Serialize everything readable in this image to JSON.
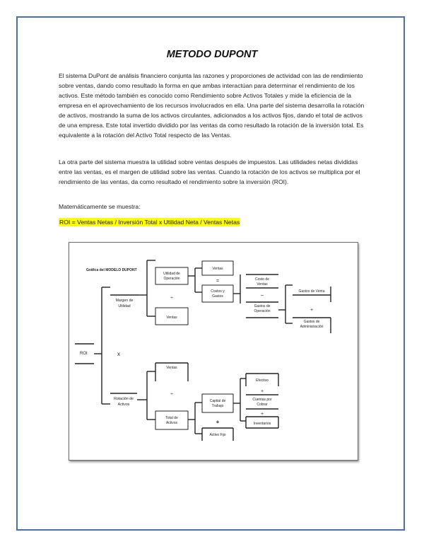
{
  "title": "METODO DUPONT",
  "paragraphs": [
    "El sistema DuPont de análisis financiero conjunta las razones y proporciones de actividad con las de rendimiento sobre ventas, dando como resultado la forma en que ambas interactúan para determinar el rendimiento de los activos. Este método también es conocido como Rendimiento sobre Activos Totales y mide la eficiencia de la empresa en el aprovechamiento de los recursos involucrados en ella. Una parte del sistema desarrolla la rotación de activos, mostrando la suma de los activos circulantes, adicionados a los activos fijos, dando el total de activos de una empresa. Este total invertido dividido por las ventas da como resultado la rotación de la inversión total. Es equivalente a la rotación del Activo Total respecto de las Ventas.",
    "La otra parte del sistema muestra la utilidad sobre ventas después de impuestos. Las utilidades netas divididas entre las ventas, es el margen de utilidad sobre las ventas. Cuando la rotación de los activos se multiplica por el rendimiento de las ventas, da como resultado el rendimiento sobre la inversión (ROI).",
    "Matemáticamente se muestra:"
  ],
  "formula": "ROI = Ventas Netas / Inversión Total  x  Utilidad Neta / Ventas Netas",
  "diagram": {
    "caption": "Gráfica del MODELO DUPONT",
    "roi": "ROI",
    "times": "x",
    "margen": "Margen de Utilidad",
    "rotacion": "Rotación de Activos",
    "utilidad_operacion": "Utilidad de Operación",
    "ventas_1": "Ventas",
    "ventas_2": "Ventas",
    "ventas_3": "Ventas",
    "div_1": "÷",
    "minus_1": "=",
    "costos_gastos": "Costos y Gastos",
    "costo_ventas": "Costo de Ventas",
    "minus_2": "–",
    "gastos_operacion": "Gastos de Operación",
    "gastos_venta": "Gastos de Venta",
    "plus_1": "+",
    "gastos_admin": "Gastos de Administración",
    "div_2": "÷",
    "total_activos": "Total de Activos",
    "capital_trabajo": "Capital de Trabajo",
    "plus_2": "+",
    "activo_fijo": "Activo Fijo",
    "efectivo": "Efectivo",
    "plus_3": "+",
    "cuentas_cobrar": "Cuentas por Cobrar",
    "plus_4": "+",
    "inventarios": "Inventarios"
  }
}
